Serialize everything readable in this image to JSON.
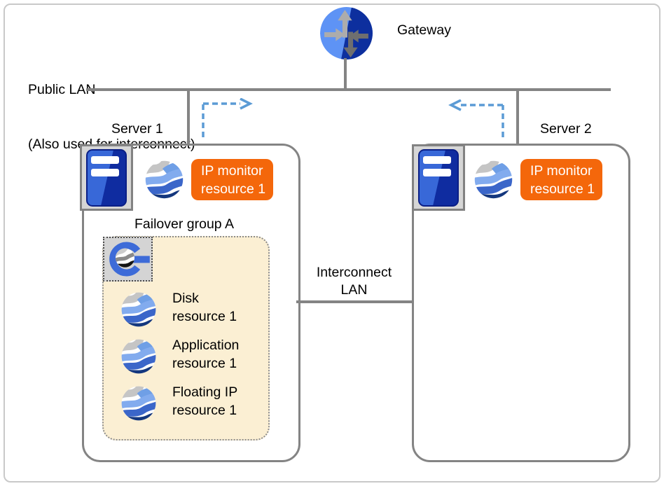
{
  "diagram": {
    "labels": {
      "gateway": "Gateway",
      "public_lan_line1": "Public LAN",
      "public_lan_line2": "(Also used for interconnect)",
      "server1": "Server 1",
      "server2": "Server 2",
      "interconnect_line1": "Interconnect",
      "interconnect_line2": "LAN",
      "failover_group": "Failover group A"
    },
    "ip_monitor_badge": {
      "line1": "IP monitor",
      "line2": "resource 1"
    },
    "resources": [
      {
        "line1": "Disk",
        "line2": "resource 1"
      },
      {
        "line1": "Application",
        "line2": "resource 1"
      },
      {
        "line1": "Floating IP",
        "line2": "resource 1"
      }
    ],
    "icons": {
      "gateway": "router-icon",
      "server": "server-icon",
      "resource": "wave-sphere-icon",
      "group": "cluster-group-icon"
    },
    "colors": {
      "badge_orange": "#F4670B",
      "group_beige": "#FBEFD3",
      "line_gray": "#848484",
      "arrow_blue": "#5B9BD5"
    }
  }
}
